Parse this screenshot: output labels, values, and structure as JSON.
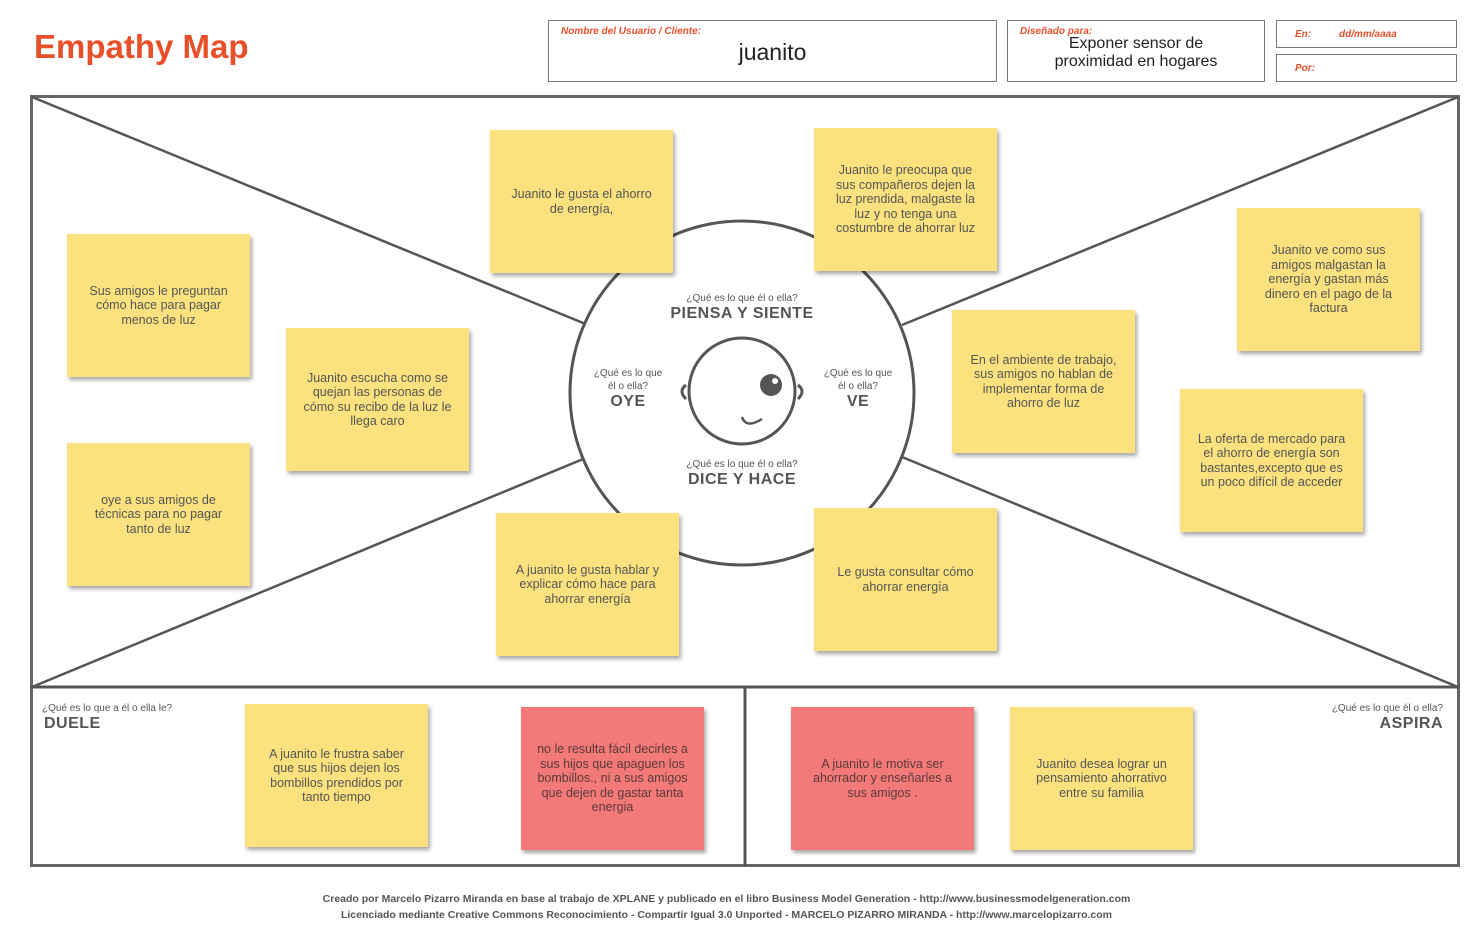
{
  "title": "Empathy Map",
  "header": {
    "user_label": "Nombre del Usuario / Cliente:",
    "user_value": "juanito",
    "design_label": "Diseñado para:",
    "design_value_line1": "Exponer sensor de",
    "design_value_line2": "proximidad en hogares",
    "en_label": "En:",
    "en_value": "dd/mm/aaaa",
    "por_label": "Por:"
  },
  "center": {
    "piensa_q": "¿Qué es lo que él o ella?",
    "piensa_h": "PIENSA Y SIENTE",
    "oye_q1": "¿Qué es lo que",
    "oye_q2": "él o ella?",
    "oye_h": "OYE",
    "ve_q1": "¿Qué es lo que",
    "ve_q2": "él o ella?",
    "ve_h": "VE",
    "dice_q": "¿Qué es lo que él o ella?",
    "dice_h": "DICE Y HACE"
  },
  "duele": {
    "q": "¿Qué es lo que a él o ella le?",
    "h": "DUELE"
  },
  "aspira": {
    "q": "¿Qué es lo que él o ella?",
    "h": "ASPIRA"
  },
  "notes": {
    "piensa_1": "Juanito le gusta el ahorro de energía,",
    "piensa_2": "Juanito le preocupa que sus compañeros dejen la luz prendida, malgaste la luz y no tenga una costumbre de ahorrar luz",
    "oye_1": "Sus amigos le preguntan cómo hace para pagar menos de luz",
    "oye_2": "Juanito escucha como se quejan las personas de cómo su recibo de la luz le llega caro",
    "oye_3": "oye a sus amigos de técnicas para no pagar tanto de luz",
    "ve_1": "Juanito ve como sus amigos malgastan la energía y gastan más dinero en el pago de la factura",
    "ve_2": "En el ambiente de trabajo, sus amigos no hablan de implementar forma de ahorro de luz",
    "ve_3": "La oferta de mercado para el ahorro de energía son bastantes,excepto que es un poco difícil de acceder",
    "dice_1": "A juanito le gusta hablar y explicar cómo hace para ahorrar energía",
    "dice_2": "Le gusta consultar cómo ahorrar energía",
    "duele_1": "A juanito le frustra saber que sus hijos dejen los bombillos prendidos por tanto tiempo",
    "duele_2": "no le resulta fácil decirles a sus hijos que apaguen los bombillos., ni a sus amigos que dejen de gastar tanta energia",
    "aspira_1": "A juanito le motiva ser ahorrador y enseñarles a sus amigos .",
    "aspira_2": "Juanito desea lograr un pensamiento ahorrativo entre su familia"
  },
  "footer": {
    "line1": "Creado por Marcelo Pizarro Miranda en base al trabajo de XPLANE y publicado en el libro Business Model Generation - http://www.businessmodelgeneration.com",
    "line2": "Licenciado mediante Creative Commons Reconocimiento - Compartir Igual 3.0 Unported - MARCELO PIZARRO MIRANDA - http://www.marcelopizarro.com"
  },
  "colors": {
    "accent": "#e8502a",
    "sticky_yellow": "#fbe27e",
    "sticky_red": "#f37a78"
  },
  "icons": [
    "face-icon"
  ]
}
